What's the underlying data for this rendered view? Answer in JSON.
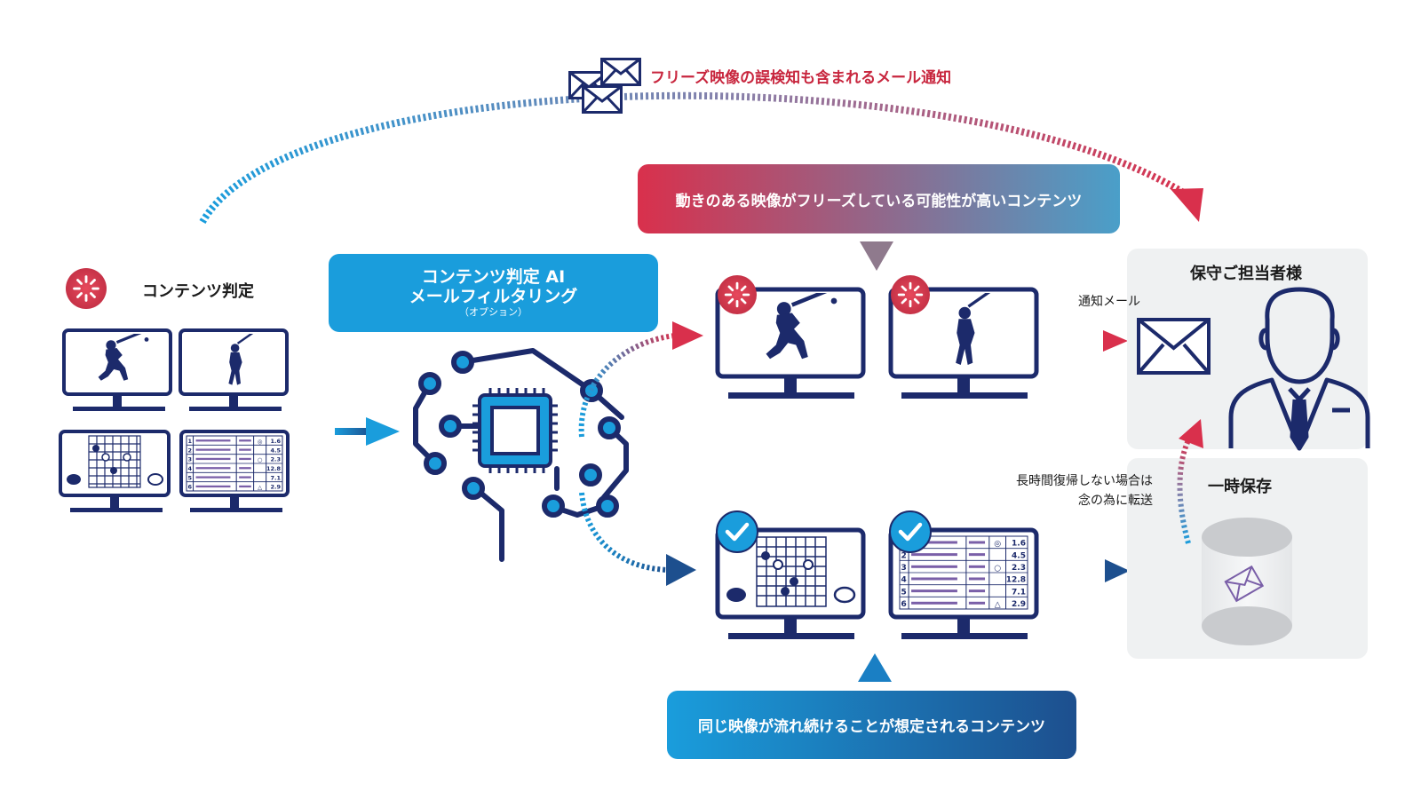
{
  "colors": {
    "navy": "#1c2a6b",
    "blue": "#1a9ddc",
    "red": "#d9304c",
    "panel_bg": "#eff1f2"
  },
  "top_notification": {
    "label": "フリーズ映像の誤検知も含まれるメール通知",
    "icon": "envelope-stack-icon"
  },
  "content_judgement": {
    "label": "コンテンツ判定",
    "icon": "loading-spinner-icon"
  },
  "ai_box": {
    "line1": "コンテンツ判定 AI",
    "line2": "メールフィルタリング",
    "line3": "（オプション）"
  },
  "freeze_box": {
    "label": "動きのある映像がフリーズしている可能性が高いコンテンツ"
  },
  "static_box": {
    "label": "同じ映像が流れ続けることが想定されるコンテンツ"
  },
  "notify_mail_label": "通知メール",
  "maintainer_panel": {
    "title": "保守ご担当者様"
  },
  "temp_storage_panel": {
    "title": "一時保存"
  },
  "forward_note": {
    "line1": "長時間復帰しない場合は",
    "line2": "念の為に転送"
  },
  "table_values": [
    "1.6",
    "4.5",
    "2.3",
    "12.8",
    "7.1",
    "2.9"
  ],
  "table_row_numbers": [
    "1",
    "2",
    "3",
    "4",
    "5",
    "6"
  ],
  "table_marks": [
    "◎",
    "",
    "○",
    "",
    "",
    "△"
  ]
}
